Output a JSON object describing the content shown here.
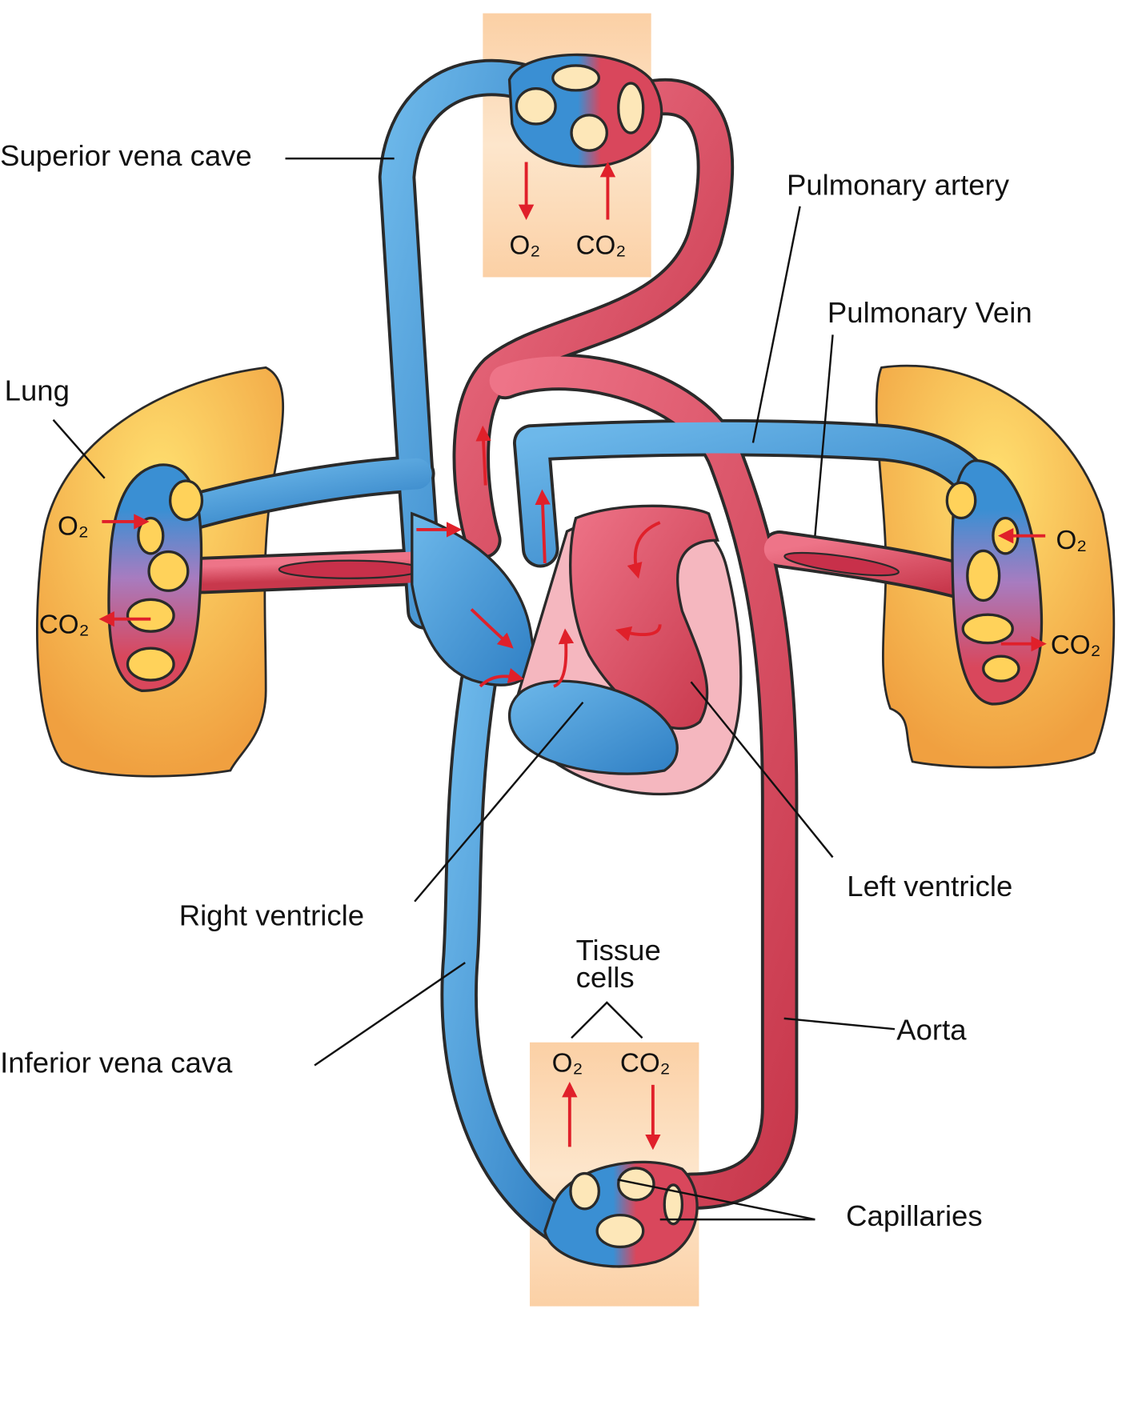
{
  "labels": {
    "superior_vena_cava": "Superior vena cave",
    "pulmonary_artery": "Pulmonary artery",
    "pulmonary_vein": "Pulmonary Vein",
    "lung": "Lung",
    "right_ventricle": "Right ventricle",
    "left_ventricle": "Left ventricle",
    "tissue_cells_line1": "Tissue",
    "tissue_cells_line2": "cells",
    "inferior_vena_cava": "Inferior vena cava",
    "aorta": "Aorta",
    "capillaries": "Capillaries"
  },
  "gases": {
    "top_o2": "O₂",
    "top_co2": "CO₂",
    "left_lung_o2": "O₂",
    "left_lung_co2": "CO₂",
    "right_lung_o2": "O₂",
    "right_lung_co2": "CO₂",
    "tissue_o2": "O₂",
    "tissue_co2": "CO₂"
  },
  "colors": {
    "deoxygenated_blood": "#3a8fd3",
    "oxygenated_blood": "#d9475c",
    "lung": "#f6b84a",
    "tissue_box": "#fbd3aa",
    "flow_arrow": "#e0202a"
  }
}
